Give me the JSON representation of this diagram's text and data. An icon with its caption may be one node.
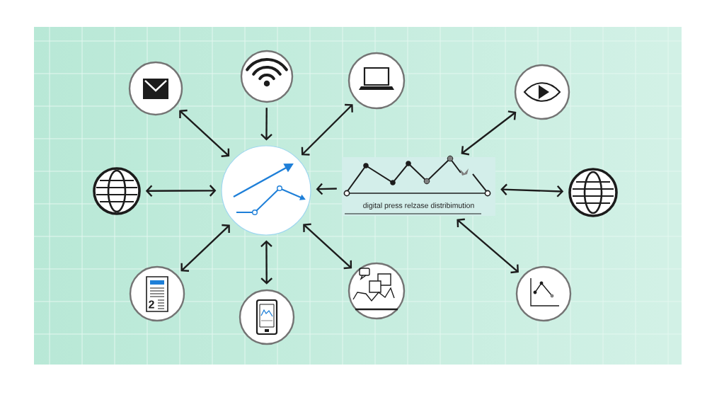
{
  "diagram": {
    "nodes": [
      {
        "text": [],
        "shape": "circle"
      },
      {
        "text": [],
        "shape": "circle"
      },
      {
        "text": [],
        "shape": "circle"
      },
      {
        "text": [],
        "shape": "circle"
      },
      {
        "text": [],
        "shape": "circle"
      },
      {
        "text": [],
        "shape": "circle"
      },
      {
        "text": [
          "digital press relzase distribimution"
        ]
      },
      {
        "text": [],
        "shape": "circle"
      },
      {
        "text": [],
        "shape": "circle"
      },
      {
        "text": [],
        "shape": "circle"
      },
      {
        "text": [],
        "shape": "circle"
      },
      {
        "text": [],
        "shape": "circle"
      }
    ],
    "edges": [
      {
        "from": 0,
        "to": 5,
        "arrow": "both"
      },
      {
        "from": 1,
        "to": 5,
        "arrow": "to"
      },
      {
        "from": 2,
        "to": 5,
        "arrow": "both"
      },
      {
        "from": 6,
        "to": 3,
        "arrow": "both"
      },
      {
        "from": 4,
        "to": 5,
        "arrow": "both"
      },
      {
        "from": 6,
        "to": 5,
        "arrow": "to"
      },
      {
        "from": 6,
        "to": 7,
        "arrow": "both"
      },
      {
        "from": 8,
        "to": 5,
        "arrow": "both"
      },
      {
        "from": 9,
        "to": 5,
        "arrow": "both"
      },
      {
        "from": 10,
        "to": 5,
        "arrow": "both"
      },
      {
        "from": 6,
        "to": 11,
        "arrow": "both"
      }
    ],
    "labels": [
      "2"
    ]
  }
}
